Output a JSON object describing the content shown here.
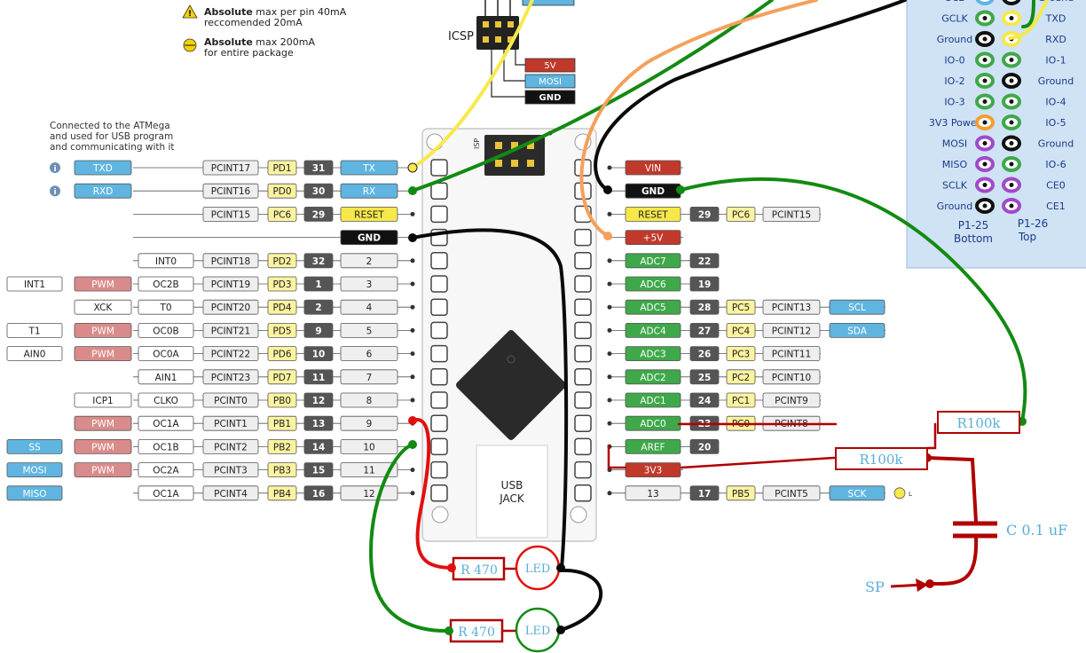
{
  "notes": {
    "warning1_bold": "Absolute",
    "warning1_rest": " max per pin 40mA",
    "warning1_line2": "reccomended 20mA",
    "warning2_bold": "Absolute",
    "warning2_rest": " max 200mA",
    "warning2_line2": "for entire package",
    "usb_note": [
      "Connected to the ATMega",
      "and used for USB program",
      "and communicating with it"
    ]
  },
  "icsp": {
    "label": "ICSP",
    "pins": [
      "5V",
      "MOSI",
      "GND"
    ]
  },
  "board": {
    "usb_jack": [
      "USB",
      "JACK"
    ],
    "icsp_small": "ISP"
  },
  "left_rows": [
    {
      "info": true,
      "func": "TXD",
      "pcint": "PCINT17",
      "port": "PD1",
      "num": "31",
      "pin": "TX"
    },
    {
      "info": true,
      "func": "RXD",
      "pcint": "PCINT16",
      "port": "PD0",
      "num": "30",
      "pin": "RX"
    },
    {
      "pcint": "PCINT15",
      "port": "PC6",
      "num": "29",
      "pin": "RESET"
    },
    {
      "pin": "GND"
    },
    {
      "alt": "INT0",
      "pcint": "PCINT18",
      "port": "PD2",
      "num": "32",
      "pin": "2"
    },
    {
      "ext": "INT1",
      "pwm": "PWM",
      "alt": "OC2B",
      "pcint": "PCINT19",
      "port": "PD3",
      "num": "1",
      "pin": "3"
    },
    {
      "alt2": "XCK",
      "alt": "T0",
      "pcint": "PCINT20",
      "port": "PD4",
      "num": "2",
      "pin": "4"
    },
    {
      "ext": "T1",
      "pwm": "PWM",
      "alt": "OC0B",
      "pcint": "PCINT21",
      "port": "PD5",
      "num": "9",
      "pin": "5"
    },
    {
      "ext": "AIN0",
      "pwm": "PWM",
      "alt": "OC0A",
      "pcint": "PCINT22",
      "port": "PD6",
      "num": "10",
      "pin": "6"
    },
    {
      "alt": "AIN1",
      "pcint": "PCINT23",
      "port": "PD7",
      "num": "11",
      "pin": "7"
    },
    {
      "alt2": "ICP1",
      "alt": "CLKO",
      "pcint": "PCINT0",
      "port": "PB0",
      "num": "12",
      "pin": "8"
    },
    {
      "pwm": "PWM",
      "alt": "OC1A",
      "pcint": "PCINT1",
      "port": "PB1",
      "num": "13",
      "pin": "9"
    },
    {
      "spi": "SS",
      "pwm": "PWM",
      "alt": "OC1B",
      "pcint": "PCINT2",
      "port": "PB2",
      "num": "14",
      "pin": "10"
    },
    {
      "spi": "MOSI",
      "pwm": "PWM",
      "alt": "OC2A",
      "pcint": "PCINT3",
      "port": "PB3",
      "num": "15",
      "pin": "11"
    },
    {
      "spi": "MISO",
      "alt": "OC1A",
      "pcint": "PCINT4",
      "port": "PB4",
      "num": "16",
      "pin": "12"
    }
  ],
  "right_rows": [
    {
      "pin": "VIN",
      "kind": "red"
    },
    {
      "pin": "GND",
      "kind": "black"
    },
    {
      "pin": "RESET",
      "kind": "yellow",
      "num": "29",
      "port": "PC6",
      "pcint": "PCINT15"
    },
    {
      "pin": "+5V",
      "kind": "red"
    },
    {
      "pin": "ADC7",
      "kind": "green",
      "num": "22"
    },
    {
      "pin": "ADC6",
      "kind": "green",
      "num": "19"
    },
    {
      "pin": "ADC5",
      "kind": "green",
      "num": "28",
      "port": "PC5",
      "pcint": "PCINT13",
      "func": "SCL"
    },
    {
      "pin": "ADC4",
      "kind": "green",
      "num": "27",
      "port": "PC4",
      "pcint": "PCINT12",
      "func": "SDA"
    },
    {
      "pin": "ADC3",
      "kind": "green",
      "num": "26",
      "port": "PC3",
      "pcint": "PCINT11"
    },
    {
      "pin": "ADC2",
      "kind": "green",
      "num": "25",
      "port": "PC2",
      "pcint": "PCINT10"
    },
    {
      "pin": "ADC1",
      "kind": "green",
      "num": "24",
      "port": "PC1",
      "pcint": "PCINT9"
    },
    {
      "pin": "ADC0",
      "kind": "green",
      "num": "23",
      "port": "PC0",
      "pcint": "PCINT8"
    },
    {
      "pin": "AREF",
      "kind": "green",
      "num": "20"
    },
    {
      "pin": "3V3",
      "kind": "red"
    },
    {
      "pin": "13",
      "kind": "grey",
      "num": "17",
      "port": "PB5",
      "pcint": "PCINT5",
      "func": "SCK",
      "led": "L"
    }
  ],
  "pi_header": {
    "left_labels": [
      "SCL",
      "GCLK",
      "Ground",
      "IO-0",
      "IO-2",
      "IO-3",
      "3V3 Power",
      "MOSI",
      "MISO",
      "SCLK",
      "Ground"
    ],
    "right_labels": [
      "Ground",
      "TXD",
      "RXD",
      "IO-1",
      "Ground",
      "IO-4",
      "IO-5",
      "Ground",
      "IO-6",
      "CE0",
      "CE1"
    ],
    "left_dots": [
      "blue",
      "green",
      "black",
      "green",
      "green",
      "green",
      "orange",
      "purple",
      "purple",
      "purple",
      "black"
    ],
    "right_dots": [
      "black",
      "yellow",
      "yellow",
      "green",
      "black",
      "green",
      "green",
      "black",
      "green",
      "purple",
      "purple"
    ],
    "bottom_left": [
      "P1-25",
      "Bottom"
    ],
    "bottom_right": [
      "P1-26",
      "Top"
    ]
  },
  "components": {
    "r1": "R 470",
    "r2": "R 470",
    "led1": "LED",
    "led2": "LED",
    "r100k_top": "R100k",
    "r100k_bottom": "R100k",
    "cap": "C 0.1 uF",
    "sp": "SP"
  },
  "colors": {
    "wire_yellow": "#f7e94a",
    "wire_green": "#138a12",
    "wire_orange": "#f4a05a",
    "wire_black": "#0a0a0a",
    "wire_red": "#e01010",
    "wire_darkred": "#b00000",
    "pi_panel": "#cfe3f5",
    "pin_blue": "#5fb5e0",
    "pin_green": "#3fa84a",
    "pin_red": "#c0392b",
    "pin_yellow": "#f6e84a",
    "pin_dark": "#555555",
    "pwm": "#d98b8b",
    "port_yellow": "#fbf3a0"
  }
}
